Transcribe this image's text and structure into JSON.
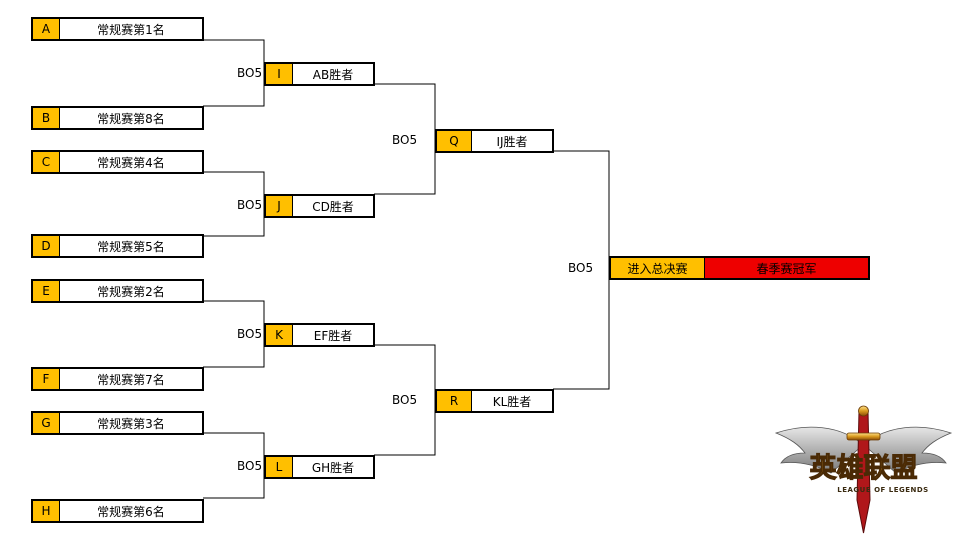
{
  "round1": [
    {
      "code": "A",
      "label": "常规赛第1名"
    },
    {
      "code": "B",
      "label": "常规赛第8名"
    },
    {
      "code": "C",
      "label": "常规赛第4名"
    },
    {
      "code": "D",
      "label": "常规赛第5名"
    },
    {
      "code": "E",
      "label": "常规赛第2名"
    },
    {
      "code": "F",
      "label": "常规赛第7名"
    },
    {
      "code": "G",
      "label": "常规赛第3名"
    },
    {
      "code": "H",
      "label": "常规赛第6名"
    }
  ],
  "round2": [
    {
      "code": "I",
      "label": "AB胜者"
    },
    {
      "code": "J",
      "label": "CD胜者"
    },
    {
      "code": "K",
      "label": "EF胜者"
    },
    {
      "code": "L",
      "label": "GH胜者"
    }
  ],
  "semis": [
    {
      "code": "Q",
      "label": "IJ胜者"
    },
    {
      "code": "R",
      "label": "KL胜者"
    }
  ],
  "final": {
    "left": "进入总决赛",
    "right": "春季赛冠军"
  },
  "match_format": "BO5",
  "colors": {
    "code_bg": "#ffbf00",
    "champion_bg": "#ee0000",
    "line": "#000000"
  },
  "logo": {
    "text": "英雄联盟",
    "subtitle": "LEAGUE OF LEGENDS",
    "icon": "sword-wings-logo"
  }
}
